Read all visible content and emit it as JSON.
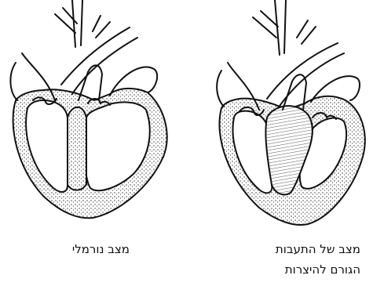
{
  "captions": {
    "normal": "מצב נורמלי",
    "thickened_line1": "מצב של התעבות",
    "thickened_line2": "הגורם להיצרות"
  },
  "colors": {
    "ink": "#111111",
    "paper": "#ffffff",
    "stipple": "#333333"
  },
  "icons": {
    "left_heart": "normal-heart-icon",
    "right_heart": "thickened-heart-icon"
  }
}
